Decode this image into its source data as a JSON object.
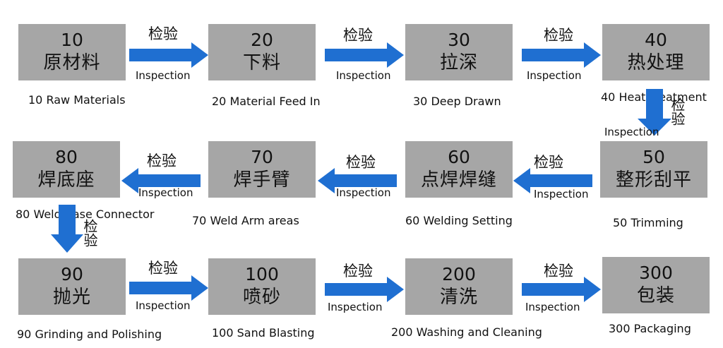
{
  "colors": {
    "box": "#a6a6a6",
    "arrow": "#1f6fd1",
    "text": "#111111"
  },
  "check_cn": "检验",
  "check_en": "Inspection",
  "steps": [
    {
      "num": "10",
      "cn": "原材料",
      "en": "10  Raw Materials"
    },
    {
      "num": "20",
      "cn": "下料",
      "en": "20 Material Feed In"
    },
    {
      "num": "30",
      "cn": "拉深",
      "en": "30 Deep Drawn"
    },
    {
      "num": "40",
      "cn": "热处理",
      "en": "40 Heat Treatment"
    },
    {
      "num": "50",
      "cn": "整形刮平",
      "en": "50  Trimming"
    },
    {
      "num": "60",
      "cn": "点焊焊缝",
      "en": "60 Welding Setting"
    },
    {
      "num": "70",
      "cn": "焊手臂",
      "en": "70  Weld  Arm areas"
    },
    {
      "num": "80",
      "cn": "焊底座",
      "en": "80 Weld Base Connector"
    },
    {
      "num": "90",
      "cn": "抛光",
      "en": "90 Grinding and Polishing"
    },
    {
      "num": "100",
      "cn": "喷砂",
      "en": "100 Sand Blasting"
    },
    {
      "num": "200",
      "cn": "清洗",
      "en": "200 Washing and Cleaning"
    },
    {
      "num": "300",
      "cn": "包装",
      "en": "300 Packaging"
    }
  ]
}
